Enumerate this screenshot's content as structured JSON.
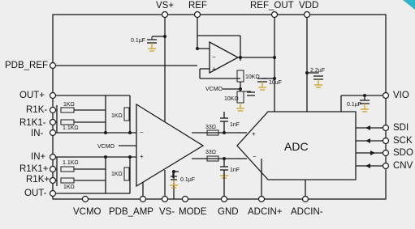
{
  "pins": {
    "top": [
      "VS+",
      "REF",
      "REF_OUT",
      "VDD"
    ],
    "left": [
      "PDB_REF",
      "OUT+",
      "R1K-",
      "R1K1-",
      "IN-",
      "IN+",
      "R1K1+",
      "R1K+",
      "OUT-"
    ],
    "right": [
      "VIO",
      "SDI",
      "SCK",
      "SDO",
      "CNV"
    ],
    "bottom": [
      "VCMO",
      "PDB_AMP",
      "VS-",
      "MODE",
      "GND",
      "ADCIN+",
      "ADCIN-"
    ]
  },
  "components": {
    "c_top": "0.1µF",
    "c_ref_buf": "10uF",
    "c_vdd": "2.2µF",
    "c_vio": "0.1µF",
    "c_vs_minus": "0.1µF",
    "c_filt_top": "1nF",
    "c_filt_bot": "1nF",
    "r_in_top": "1KΩ",
    "r_in1_top": "1.1KΩ",
    "r_fb_top": "1KΩ",
    "r_in_bot": "1.1KΩ",
    "r_in1_bot": "1KΩ",
    "r_fb_bot": "1KΩ",
    "r_out_top": "33Ω",
    "r_out_bot": "33Ω",
    "r_div_top": "10KΩ",
    "r_div_bot": "10KΩ"
  },
  "labels": {
    "vcmo_amp": "VCMO",
    "vcmo_div": "VCMO",
    "adc": "ADC",
    "amp_minus": "−",
    "amp_plus": "+",
    "adc_plus": "+",
    "adc_minus": "−",
    "refbuf_minus": "−",
    "refbuf_plus": "+"
  }
}
